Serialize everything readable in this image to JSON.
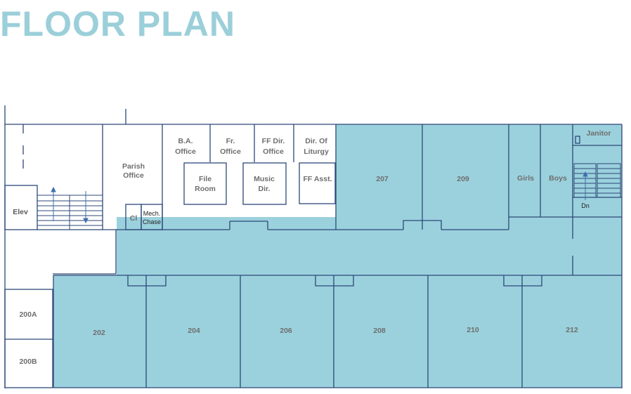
{
  "title": "FLOOR PLAN",
  "colors": {
    "title": "#9bcfd9",
    "fill": "#9bd1dd",
    "wall": "#2c4878"
  },
  "rooms": {
    "elev": "Elev",
    "parish_office": [
      "Parish",
      "Office"
    ],
    "cl": "Cl",
    "mech_chase": [
      "Mech.",
      "Chase"
    ],
    "ba_office": [
      "B.A.",
      "Office"
    ],
    "fr_office": [
      "Fr.",
      "Office"
    ],
    "ff_dir_office": [
      "FF Dir.",
      "Office"
    ],
    "dir_liturgy": [
      "Dir. Of",
      "Liturgy"
    ],
    "file_room": [
      "File",
      "Room"
    ],
    "music_dir": [
      "Music",
      "Dir."
    ],
    "ff_asst": "FF Asst.",
    "r207": "207",
    "r209": "209",
    "girls": "Girls",
    "boys": "Boys",
    "janitor": "Janitor",
    "dn": "Dn",
    "r200a": "200A",
    "r200b": "200B",
    "r202": "202",
    "r204": "204",
    "r206": "206",
    "r208": "208",
    "r210": "210",
    "r212": "212"
  }
}
